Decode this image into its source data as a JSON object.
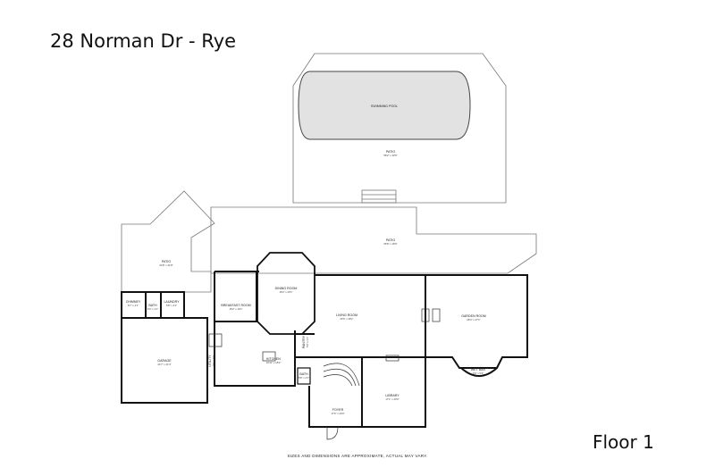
{
  "title": "28 Norman Dr - Rye",
  "floor_label": "Floor 1",
  "disclaimer": "SIZES AND DIMENSIONS ARE APPROXIMATE, ACTUAL MAY VARY.",
  "rooms": {
    "pool": {
      "name": "SWIMMING POOL"
    },
    "patio_upper": {
      "name": "PATIO",
      "dims": "58'2\" x 40'6\""
    },
    "patio_main": {
      "name": "PATIO",
      "dims": "66'8\" x 18'0\""
    },
    "patio_left": {
      "name": "PATIO",
      "dims": "24'8\" x 31'8\""
    },
    "dining": {
      "name": "DINING ROOM",
      "dims": "16'0\" x 20'1\""
    },
    "breakfast": {
      "name": "BREAKFAST ROOM",
      "dims": "15'2\" x 16'1\""
    },
    "living": {
      "name": "LIVING ROOM",
      "dims": "29'6\" x 28'1\""
    },
    "garden": {
      "name": "GARDEN ROOM",
      "dims": "28'4\" x 27'1\""
    },
    "wet_bar": {
      "name": "WET BAR",
      "dims": "9'0\" x 5'3\""
    },
    "pantry": {
      "name": "PANTRY",
      "dims": "5'9\" x 3'1\""
    },
    "kitchen": {
      "name": "KITCHEN",
      "dims": "16'11\" x 18'2\""
    },
    "garage": {
      "name": "GARAGE",
      "dims": "24'7\" x 21'4\""
    },
    "chimney": {
      "name": "CHIMNEY",
      "dims": "6'7\" x 4'1\""
    },
    "bath_left": {
      "name": "BATH",
      "dims": "6'0\" x 4'1\""
    },
    "laundry": {
      "name": "LAUNDRY",
      "dims": "5'8\" x 4'1\""
    },
    "utility": {
      "name": "UTILITY",
      "dims": "4'1\" x 7'6\""
    },
    "bath_center": {
      "name": "BATH",
      "dims": "5'8\" x 4'1\""
    },
    "library": {
      "name": "LIBRARY",
      "dims": "17'1\" x 20'0\""
    },
    "foyer": {
      "name": "FOYER",
      "dims": "17'6\" x 20'0\""
    }
  }
}
